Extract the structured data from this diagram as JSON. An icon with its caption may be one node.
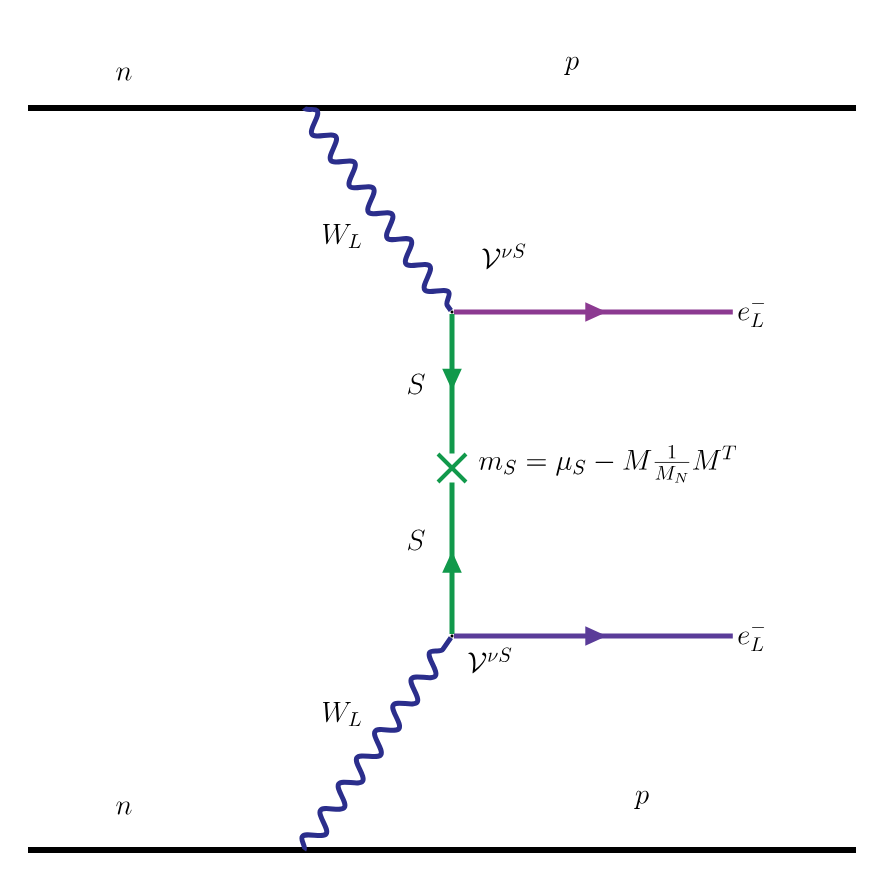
{
  "diagram": {
    "nodes": [
      {
        "text": [],
        "shape": "dot",
        "beside": [
          "\\mathcal{V}^{\\nu S}"
        ]
      },
      {
        "text": [
          "e_L^-"
        ]
      },
      {
        "text": [],
        "shape": "cross"
      },
      {
        "text": [],
        "shape": "dot",
        "beside": [
          "\\mathcal{V}^{\\nu S}"
        ]
      },
      {
        "text": [
          "e_L^-"
        ]
      }
    ],
    "edges": [
      {
        "from": null,
        "to": 0,
        "arrow": "none",
        "label": "W_L",
        "color": "#2b2e8c"
      },
      {
        "from": 0,
        "to": 1,
        "arrow": "to",
        "color": "#8c3a91"
      },
      {
        "from": 0,
        "to": 2,
        "arrow": "to",
        "label": "S",
        "color": "#11994b"
      },
      {
        "from": 3,
        "to": 2,
        "arrow": "to",
        "label": "S",
        "color": "#11994b"
      },
      {
        "from": 3,
        "to": 4,
        "arrow": "to",
        "color": "#5a3c99"
      },
      {
        "from": null,
        "to": 3,
        "arrow": "none",
        "label": "W_L",
        "color": "#2b2e8c"
      }
    ],
    "labels": [
      "n",
      "p",
      "m_S = \\mu_S - M\\frac{1}{M_N}M^T",
      "n",
      "p"
    ]
  }
}
